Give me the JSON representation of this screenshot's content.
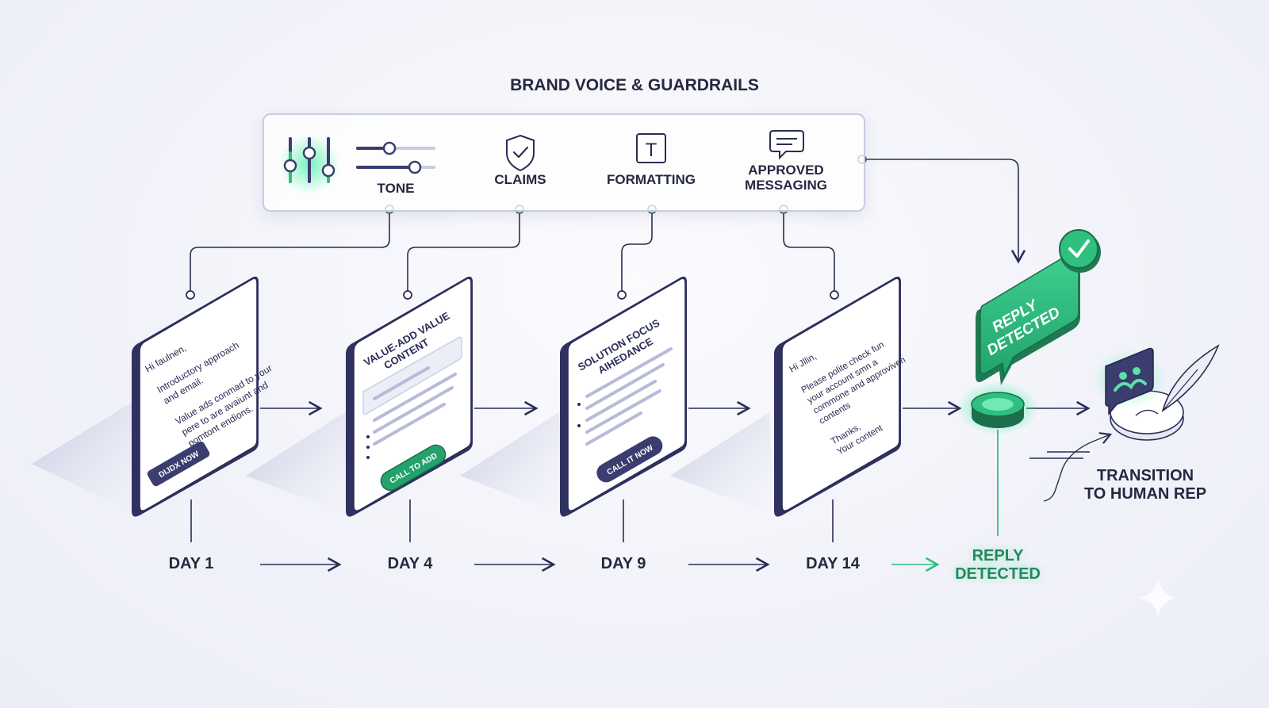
{
  "guardrails": {
    "title": "BRAND VOICE & GUARDRAILS",
    "items": [
      {
        "label": "TONE",
        "icon": "sliders-icon"
      },
      {
        "label": "CLAIMS",
        "icon": "shield-check-icon"
      },
      {
        "label": "FORMATTING",
        "icon": "text-format-icon"
      },
      {
        "label": "APPROVED\nMESSAGING",
        "icon": "chat-bubble-icon"
      }
    ]
  },
  "cards": [
    {
      "day": "DAY 1",
      "lines": [
        "Hi faulnen,",
        "Introductory approach",
        "and email.",
        "Value ads conmad to your",
        "pere to are avaiunt and",
        "pomtont endions."
      ],
      "button": "DIJDX NOW"
    },
    {
      "day": "DAY 4",
      "title_lines": [
        "VALUE-ADD VALUE",
        "CONTENT"
      ],
      "button": "CALL TO ADD"
    },
    {
      "day": "DAY 9",
      "title_lines": [
        "SOLUTION FOCUS",
        "AIHEDANCE"
      ],
      "button": "CALL IT NOW"
    },
    {
      "day": "DAY 14",
      "lines": [
        "Hi Jllin,",
        "Please polite check fun",
        "your account smn a",
        "commone and approviven",
        "contents",
        "",
        "Thanks,",
        "Your content"
      ]
    }
  ],
  "reply": {
    "bubble": [
      "REPLY",
      "DETECTED"
    ],
    "label": "REPLY\nDETECTED"
  },
  "handoff": {
    "label": "TRANSITION\nTO HUMAN REP",
    "icon": "team-chat-icon"
  },
  "colors": {
    "ink": "#2a2d55",
    "accent_green": "#2fbf7f",
    "green_dark": "#1f8a5e",
    "panel_border": "#c9cbe3",
    "navy_button": "#3a3d6e"
  }
}
